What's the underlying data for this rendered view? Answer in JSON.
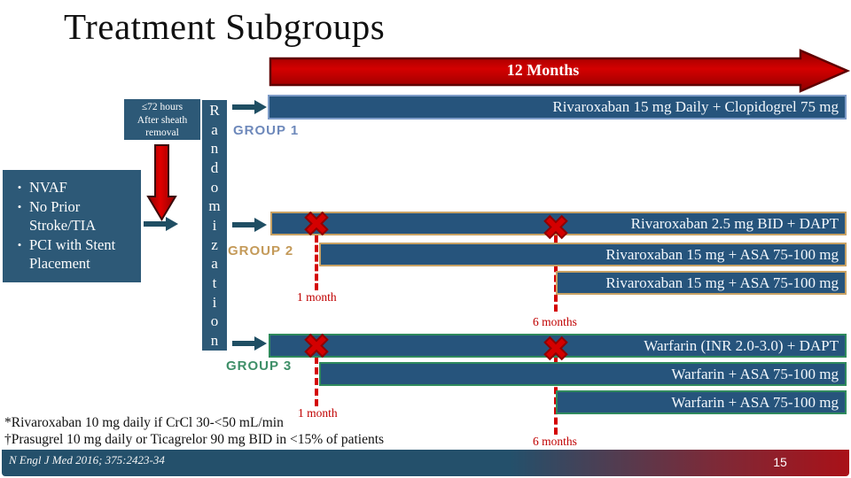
{
  "slide": {
    "title": "Treatment Subgroups",
    "timeline_banner": "12 Months",
    "citation": "N Engl J Med 2016; 375:2423-34",
    "page_number": "15"
  },
  "left_panel": {
    "timing_box_lines": [
      "≤72 hours",
      "After sheath",
      "removal"
    ],
    "criteria_bullet": "•",
    "criteria": [
      "NVAF",
      "No Prior Stroke/TIA",
      "PCI with Stent Placement"
    ]
  },
  "randomization": {
    "word": "Randomization",
    "letters": [
      "R",
      "a",
      "n",
      "d",
      "o",
      "m",
      "i",
      "z",
      "a",
      "t",
      "i",
      "o",
      "n"
    ]
  },
  "groups": [
    {
      "label": "GROUP 1",
      "label_color": "#6e89bb",
      "border_color": "#7e9cc8",
      "bars": [
        "Rivaroxaban 15 mg Daily + Clopidogrel 75 mg"
      ]
    },
    {
      "label": "GROUP 2",
      "label_color": "#c49a59",
      "border_color": "#c8a264",
      "bars": [
        "Rivaroxaban 2.5 mg BID + DAPT",
        "Rivaroxaban 15 mg + ASA 75-100 mg",
        "Rivaroxaban 15 mg + ASA 75-100 mg"
      ]
    },
    {
      "label": "GROUP 3",
      "label_color": "#3e8f68",
      "border_color": "#2f8a5d",
      "bars": [
        "Warfarin (INR 2.0-3.0) + DAPT",
        "Warfarin + ASA 75-100 mg",
        "Warfarin + ASA 75-100 mg"
      ]
    }
  ],
  "markers": {
    "one_month": "1 month",
    "six_months": "6 months",
    "x_symbol": "✖"
  },
  "footnotes": [
    "*Rivaroxaban 10 mg daily if CrCl 30-<50 mL/min",
    "†Prasugrel 10 mg daily or Ticagrelor 90 mg BID in <15% of patients"
  ],
  "colors": {
    "bar_fill": "#26547c",
    "box_fill": "#2d5977",
    "banner_red": "#be0000",
    "marker_red": "#d40000",
    "gradient_end_red": "#a91118"
  }
}
